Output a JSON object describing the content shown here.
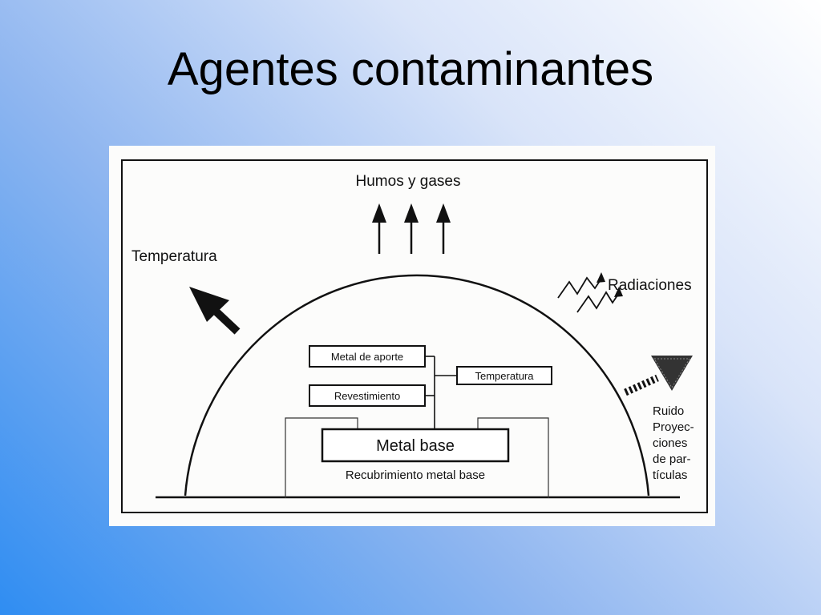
{
  "slide": {
    "title": "Agentes contaminantes"
  },
  "diagram": {
    "labels": {
      "humos": "Humos y gases",
      "temperatura_left": "Temperatura",
      "radiaciones": "Radiaciones",
      "ruido": [
        "Ruido",
        "Proyec-",
        "ciones",
        "de par-",
        "tículas"
      ],
      "metal_aporte": "Metal de aporte",
      "revestimiento": "Revestimiento",
      "temperatura_box": "Temperatura",
      "metal_base": "Metal base",
      "recubrimiento": "Recubrimiento metal base"
    }
  }
}
